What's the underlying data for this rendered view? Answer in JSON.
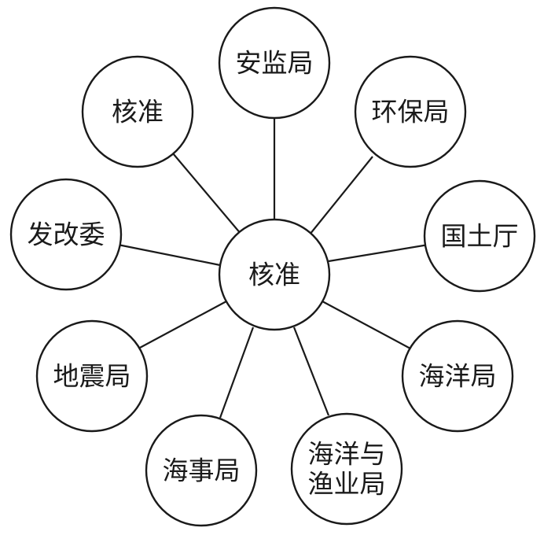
{
  "center": {
    "label": "核准"
  },
  "nodes": [
    {
      "id": "anjianju",
      "lines": [
        "安监局"
      ]
    },
    {
      "id": "huanbaoju",
      "lines": [
        "环保局"
      ]
    },
    {
      "id": "guotuting",
      "lines": [
        "国土厅"
      ]
    },
    {
      "id": "haiyangju",
      "lines": [
        "海洋局"
      ]
    },
    {
      "id": "haiyang-yuyeju",
      "lines": [
        "海洋与",
        "渔业局"
      ]
    },
    {
      "id": "haishiju",
      "lines": [
        "海事局"
      ]
    },
    {
      "id": "dizhenju",
      "lines": [
        "地震局"
      ]
    },
    {
      "id": "fagaiwei",
      "lines": [
        "发改委"
      ]
    },
    {
      "id": "hezhun",
      "lines": [
        "核准"
      ]
    }
  ]
}
